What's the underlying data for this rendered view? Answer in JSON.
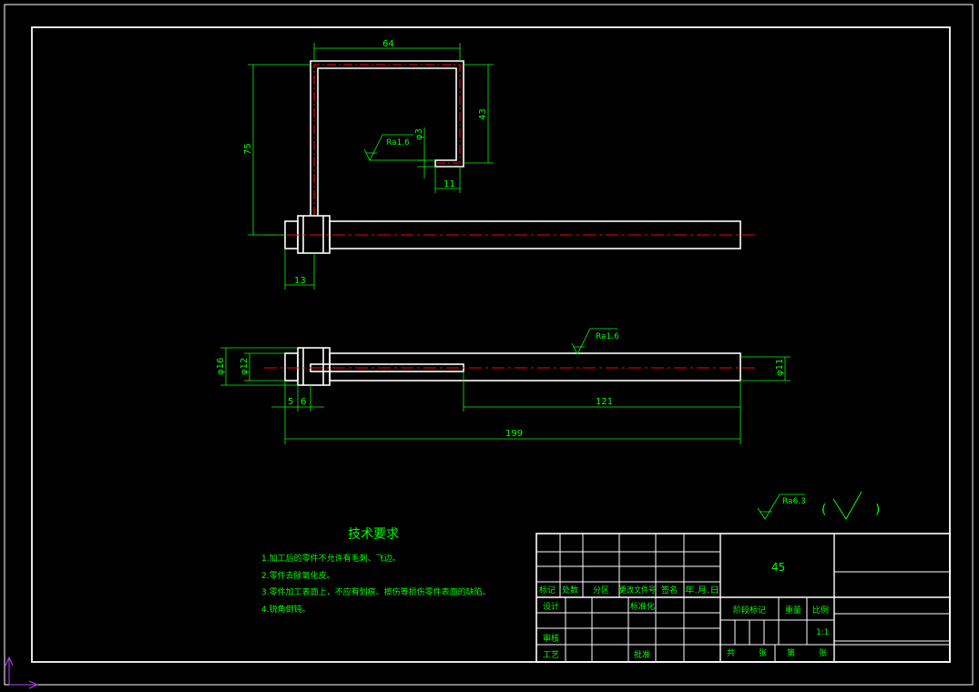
{
  "dimensions": {
    "width_64": "64",
    "height_75": "75",
    "height_43": "43",
    "dia_3": "φ3",
    "len_11": "11",
    "len_13": "13",
    "dia_16": "φ16",
    "dia_12": "φ12",
    "len_5": "5",
    "len_6": "6",
    "len_121": "121",
    "len_199": "199",
    "dia_11": "φ11"
  },
  "roughness": {
    "ra_16_a": "Ra1.6",
    "ra_16_b": "Ra1.6",
    "ra_63": "Ra6.3",
    "paren_open": "(",
    "paren_close": ")"
  },
  "tech_req": {
    "title": "技术要求",
    "items": [
      "1.加工后的零件不允许有毛刺、飞边。",
      "2.零件去除氧化皮。",
      "3.零件加工表面上，不应有划痕、擦伤等损伤零件表面的缺陷。",
      "4.锐角倒钝。"
    ]
  },
  "title_block": {
    "material": "45",
    "col_biaoji": "标记",
    "col_chushu": "处数",
    "col_fenqu": "分区",
    "col_gengai": "更改文件号",
    "col_qianming": "签名",
    "col_date": "年.月.日",
    "design": "设计",
    "standardize": "标准化",
    "review": "审核",
    "process": "工艺",
    "approve": "批准",
    "stage_mark": "阶段标记",
    "weight": "重量",
    "scale": "比例",
    "scale_value": "1:1",
    "gong": "共",
    "zhang1": "张",
    "di": "第",
    "zhang2": "张"
  }
}
